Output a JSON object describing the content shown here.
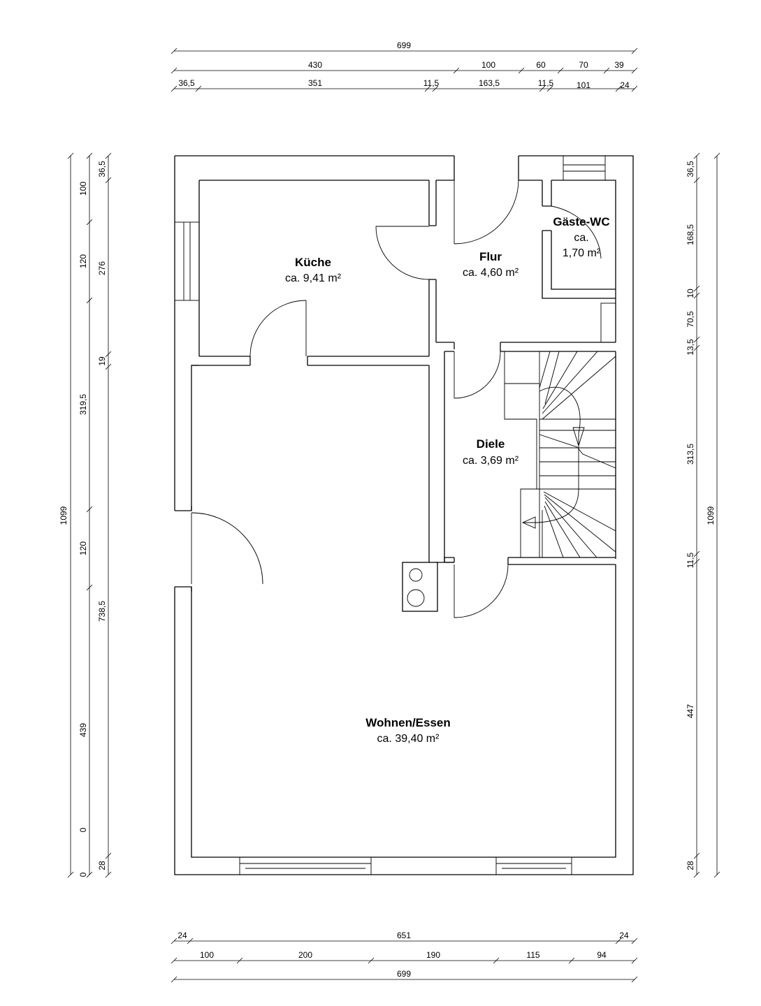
{
  "dimensions": {
    "top": {
      "total": "699",
      "row2": [
        "430",
        "100",
        "60",
        "70",
        "39"
      ],
      "row3": [
        "36,5",
        "351",
        "11,5",
        "163,5",
        "11,5",
        "101",
        "24"
      ]
    },
    "bottom": {
      "row1": [
        "24",
        "651",
        "24"
      ],
      "row2": [
        "100",
        "200",
        "190",
        "115",
        "94"
      ],
      "total": "699"
    },
    "left": {
      "total": "1099",
      "outer": [
        "100",
        "120",
        "319,5",
        "120",
        "439",
        "0",
        "0"
      ],
      "inner": [
        "36,5",
        "276",
        "19",
        "738,5",
        "28"
      ]
    },
    "right": {
      "total": "1099",
      "inner": [
        "36,5",
        "168,5",
        "10",
        "70,5",
        "13,5",
        "313,5",
        "11,5",
        "447",
        "28"
      ]
    }
  },
  "rooms": {
    "kueche": {
      "name": "Küche",
      "area": "ca. 9,41 m²"
    },
    "flur": {
      "name": "Flur",
      "area": "ca. 4,60 m²"
    },
    "gaeste_wc": {
      "name": "Gäste-WC",
      "area_line1": "ca.",
      "area_line2": "1,70 m²"
    },
    "diele": {
      "name": "Diele",
      "area": "ca. 3,69 m²"
    },
    "wohnen": {
      "name": "Wohnen/Essen",
      "area": "ca. 39,40 m²"
    }
  }
}
